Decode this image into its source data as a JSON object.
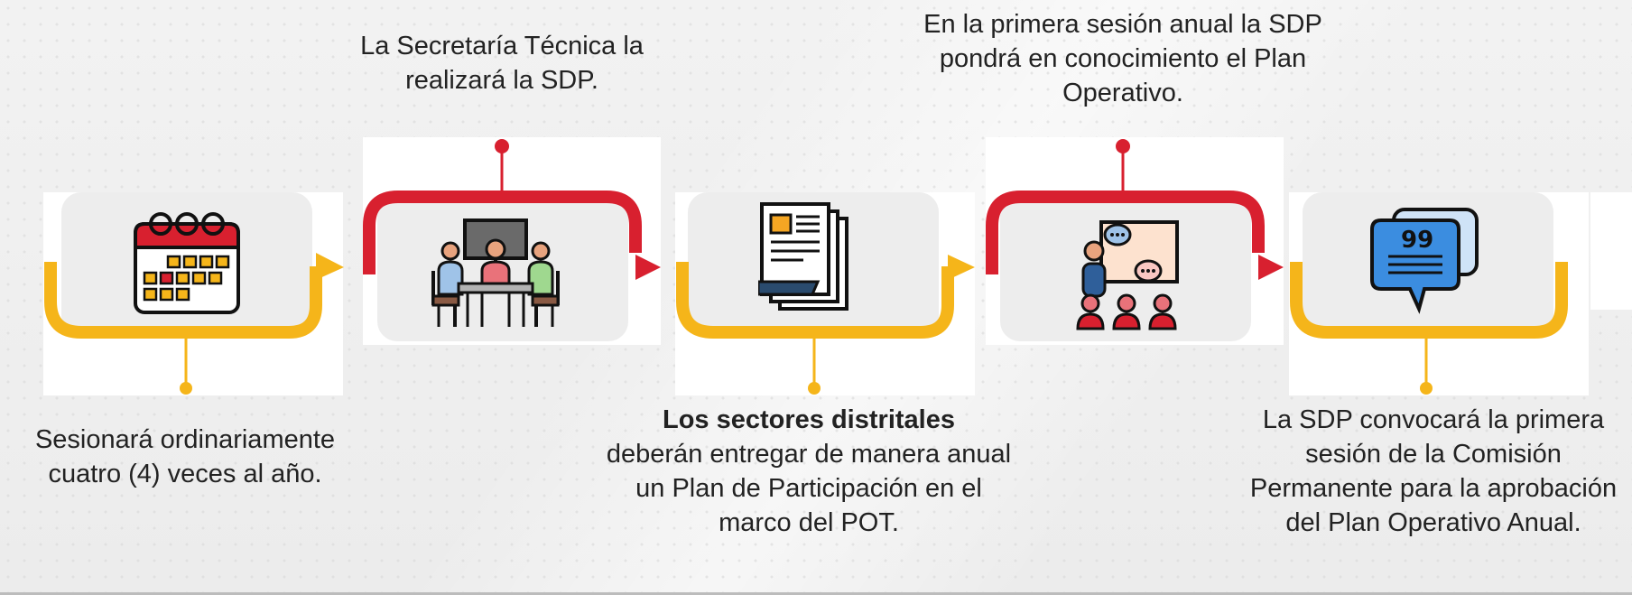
{
  "steps": [
    {
      "id": "step1",
      "icon": "calendar-icon",
      "text": "Sesionará ordinariamente cuatro (4) veces al año."
    },
    {
      "id": "step2",
      "icon": "meeting-icon",
      "text": "La Secretaría Técnica la realizará la SDP."
    },
    {
      "id": "step3",
      "icon": "documents-icon",
      "bold": "Los sectores distritales",
      "text": "deberán entregar de manera anual un Plan de Participación en el marco del POT."
    },
    {
      "id": "step4",
      "icon": "presentation-icon",
      "text": "En la primera sesión anual la SDP pondrá en conocimiento el Plan Operativo."
    },
    {
      "id": "step5",
      "icon": "quote-chat-icon",
      "text": "La SDP convocará la primera sesión de la Comisión Permanente para la aprobación del Plan Operativo Anual."
    }
  ],
  "colors": {
    "yellow": "#f5b51a",
    "red": "#d8202f",
    "card": "#ededed"
  }
}
